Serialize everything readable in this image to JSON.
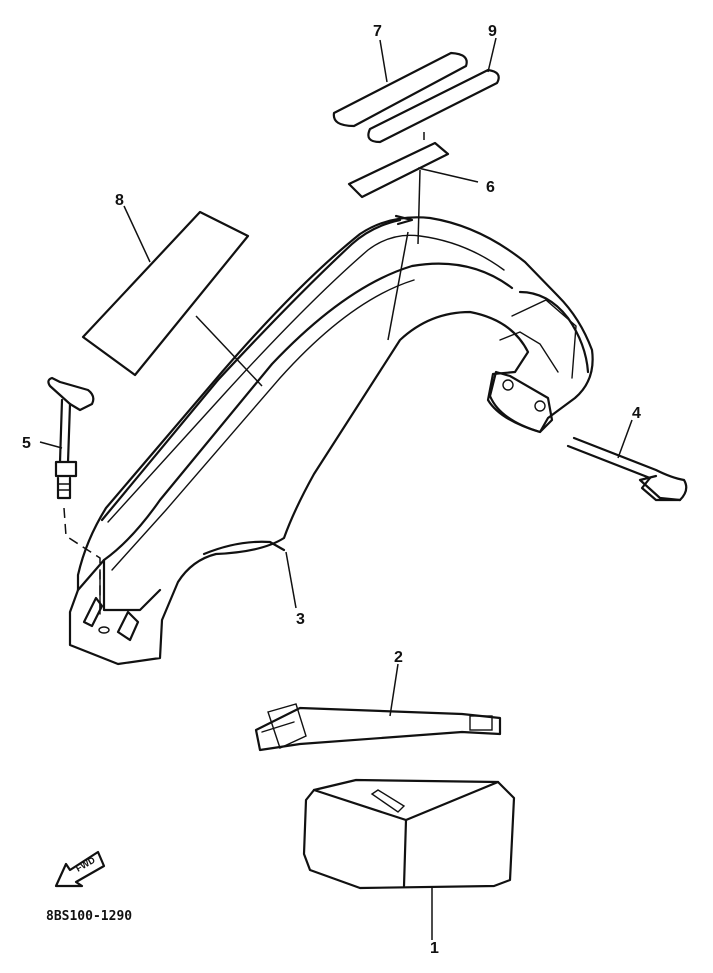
{
  "diagram": {
    "drawing_code": "8BS100-1290",
    "front_arrow_label": "FWD",
    "callouts": [
      {
        "id": "c1",
        "label": "1"
      },
      {
        "id": "c2",
        "label": "2"
      },
      {
        "id": "c3",
        "label": "3"
      },
      {
        "id": "c4",
        "label": "4"
      },
      {
        "id": "c5",
        "label": "5"
      },
      {
        "id": "c6",
        "label": "6"
      },
      {
        "id": "c7",
        "label": "7"
      },
      {
        "id": "c8",
        "label": "8"
      },
      {
        "id": "c9",
        "label": "9"
      }
    ]
  }
}
